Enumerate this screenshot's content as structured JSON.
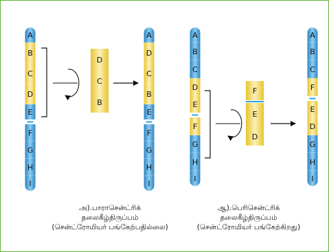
{
  "colors": {
    "frame": "#5db335",
    "blue": "#3d9ad6",
    "blue_light": "#8ecdf2",
    "yellow": "#f1d24a",
    "yellow_light": "#fbf0b6",
    "centromere": "#39a9e0",
    "ink": "#111111"
  },
  "panel_a": {
    "original": {
      "labels": [
        "A",
        "B",
        "C",
        "D",
        "E",
        "F",
        "G",
        "H",
        "I"
      ],
      "colors": [
        "blue",
        "yellow",
        "yellow",
        "yellow",
        "blue",
        "blue",
        "blue",
        "blue",
        "blue"
      ]
    },
    "segment": {
      "labels": [
        "D",
        "C",
        "B"
      ]
    },
    "result": {
      "labels": [
        "A",
        "D",
        "C",
        "B",
        "E",
        "F",
        "G",
        "H",
        "I"
      ],
      "colors": [
        "blue",
        "yellow",
        "yellow",
        "yellow",
        "blue",
        "blue",
        "blue",
        "blue",
        "blue"
      ]
    },
    "caption": {
      "line1": "அ).பாராசென்ட்ரிக்",
      "line2": "தலைகீழ்திருப்பம்",
      "line3": "(சென்ட்ரோமியர் பங்கேற்பதில்லை)"
    }
  },
  "panel_b": {
    "original": {
      "labels": [
        "A",
        "B",
        "C",
        "D",
        "E",
        "F",
        "G",
        "H",
        "I"
      ],
      "colors": [
        "blue",
        "blue",
        "blue",
        "yellow",
        "yellow",
        "yellow",
        "blue",
        "blue",
        "blue"
      ]
    },
    "segment": {
      "labels": [
        "F",
        "E",
        "D"
      ]
    },
    "result": {
      "labels": [
        "A",
        "B",
        "C",
        "F",
        "E",
        "D",
        "G",
        "H",
        "I"
      ],
      "colors": [
        "blue",
        "blue",
        "blue",
        "yellow",
        "yellow",
        "yellow",
        "blue",
        "blue",
        "blue"
      ]
    },
    "caption": {
      "line1": "ஆ).பெரிசென்ட்ரிக்",
      "line2": "தலைகீழ்திருப்பம்",
      "line3": "(சென்ட்ரோமியர் பங்கேற்கிறது)"
    }
  }
}
